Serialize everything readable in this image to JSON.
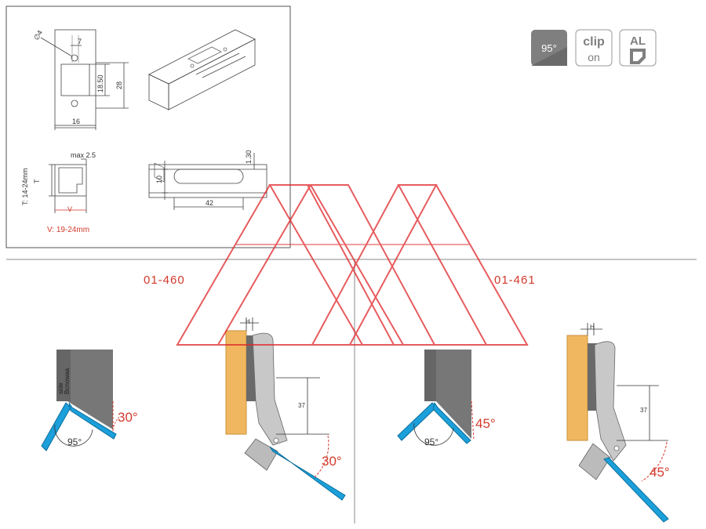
{
  "badges": [
    {
      "text": "95°",
      "bg": "#7f7f7f",
      "fg": "#ffffff"
    },
    {
      "text": "clip",
      "sub": "on",
      "bg": "#ffffff",
      "fg": "#7f7f7f"
    },
    {
      "text": "AL",
      "bg": "#ffffff",
      "fg": "#7f7f7f"
    }
  ],
  "drawing": {
    "dia4": "∅4",
    "d7": "7",
    "d1850": "18.50",
    "d28": "28",
    "d16": "16",
    "max25": "max 2.5",
    "t_range": "T: 14-24mm",
    "t": "T",
    "v": "V",
    "v_range": "V: 19-24mm",
    "d130": "1.30",
    "d10": "10",
    "d42": "42"
  },
  "sections": [
    {
      "code": "01-460",
      "side_label": "side",
      "side_label2": "Bcnowaa",
      "angle_small": "30°",
      "open_angle": "95°",
      "h_label": "H",
      "dim37": "37",
      "angle_big": "30°"
    },
    {
      "code": "01-461",
      "angle_small": "45°",
      "open_angle": "95°",
      "h_label": "H",
      "dim37": "37",
      "angle_big": "45°"
    }
  ],
  "colors": {
    "accent": "#d33a2c",
    "blue": "#1ba0db",
    "wood": "#f0b760",
    "metal": "#8a8a8a",
    "watermark": "#e0262a"
  }
}
